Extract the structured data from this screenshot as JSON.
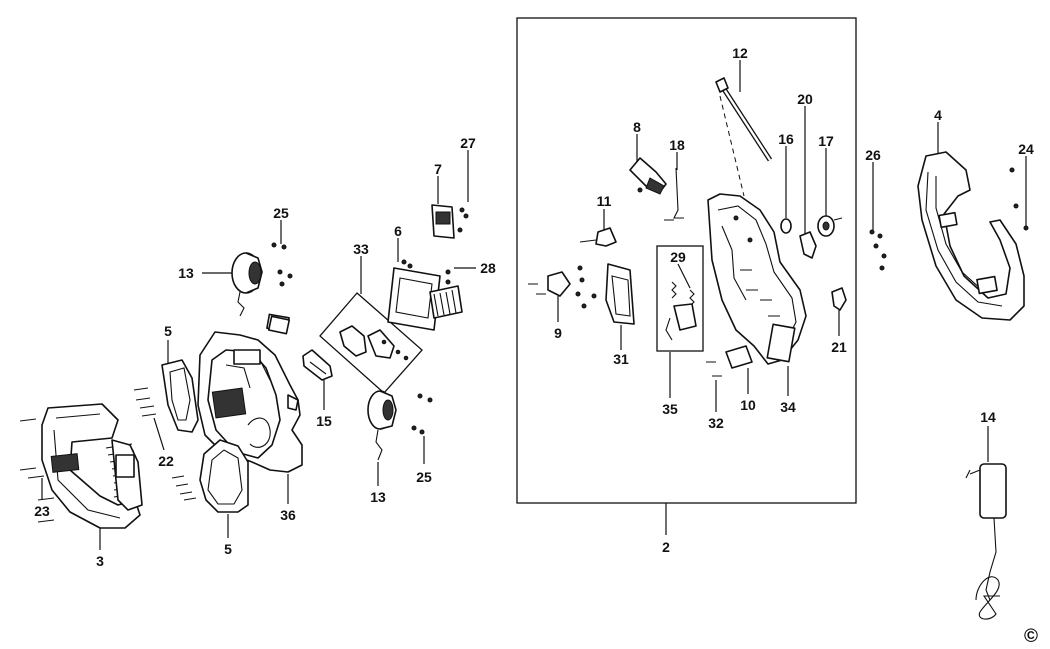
{
  "labels": {
    "p12": "12",
    "p20": "20",
    "p8": "8",
    "p18": "18",
    "p16": "16",
    "p17": "17",
    "p26": "26",
    "p4": "4",
    "p24": "24",
    "p27": "27",
    "p7": "7",
    "p25a": "25",
    "p6": "6",
    "p28": "28",
    "p33": "33",
    "p13a": "13",
    "p11": "11",
    "p29": "29",
    "p5a": "5",
    "p9": "9",
    "p31": "31",
    "p21": "21",
    "p15": "15",
    "p22": "22",
    "p35": "35",
    "p10": "10",
    "p34": "34",
    "p32": "32",
    "p14": "14",
    "p25b": "25",
    "p3": "3",
    "p23": "23",
    "p13b": "13",
    "p36": "36",
    "p5b": "5",
    "p2": "2"
  },
  "copyright_symbol": "©"
}
